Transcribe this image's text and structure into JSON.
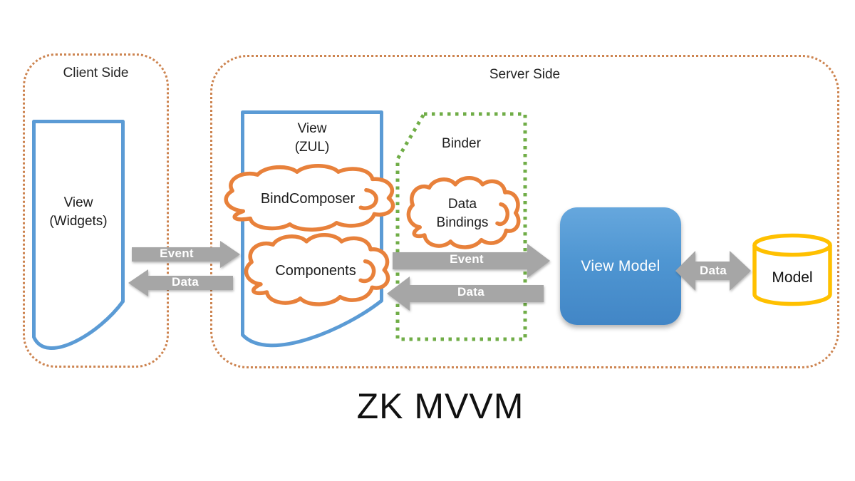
{
  "title": "ZK MVVM",
  "colors": {
    "container_dotted_orange": "#cd8450",
    "document_blue": "#5b9bd5",
    "cloud_orange": "#e8813b",
    "binder_green": "#70ad47",
    "arrow_gray": "#a6a6a6",
    "view_model_blue": "#4286c6",
    "model_gold": "#ffc000"
  },
  "client": {
    "label": "Client Side",
    "document": {
      "line1": "View",
      "line2": "(Widgets)"
    }
  },
  "server": {
    "label": "Server Side",
    "zul_document": {
      "line1": "View",
      "line2": "(ZUL)"
    },
    "clouds": {
      "bind_composer": "BindComposer",
      "components": "Components",
      "data_bindings": {
        "line1": "Data",
        "line2": "Bindings"
      }
    },
    "binder": {
      "label": "Binder"
    },
    "view_model": {
      "label": "View Model"
    },
    "model": {
      "label": "Model"
    }
  },
  "arrows": {
    "client_event": "Event",
    "client_data": "Data",
    "binder_event": "Event",
    "binder_data": "Data",
    "model_data": "Data"
  }
}
